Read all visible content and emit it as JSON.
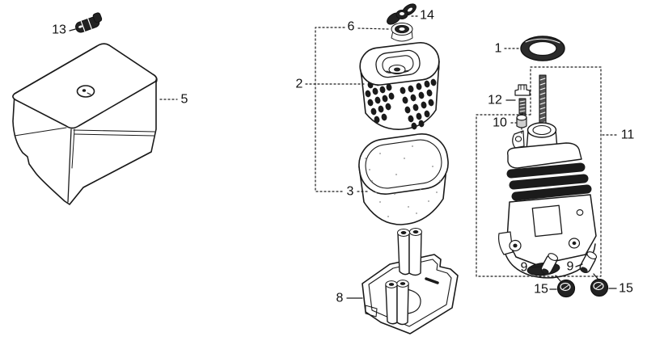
{
  "figure": {
    "type": "exploded-parts-diagram",
    "background": "#ffffff",
    "ink": "#1a1a1a",
    "callouts": {
      "c1": "1",
      "c2": "2",
      "c3": "3",
      "c5": "5",
      "c6": "6",
      "c8": "8",
      "c9": "9",
      "c10": "10",
      "c11": "11",
      "c12": "12",
      "c13": "13",
      "c14": "14",
      "c15": "15"
    }
  }
}
